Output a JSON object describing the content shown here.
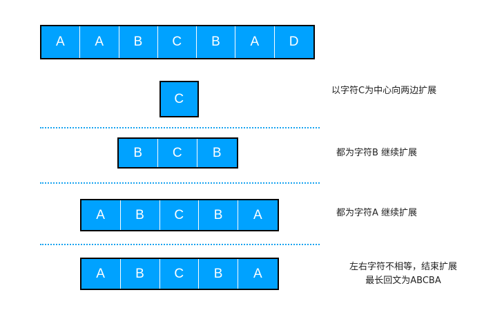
{
  "diagram": {
    "title": "",
    "colors": {
      "cell_fill": "#00a2ff",
      "cell_border": "#000000",
      "cell_text": "#ffffff",
      "divider": "#14a2f0",
      "caption_text": "#222222"
    },
    "rows": [
      {
        "id": "full-string",
        "cells": [
          "A",
          "A",
          "B",
          "C",
          "B",
          "A",
          "D"
        ],
        "caption": ""
      },
      {
        "id": "center",
        "cells": [
          "C"
        ],
        "caption": "以字符C为中心向两边扩展"
      },
      {
        "id": "expand-b",
        "cells": [
          "B",
          "C",
          "B"
        ],
        "caption": "都为字符B 继续扩展"
      },
      {
        "id": "expand-a",
        "cells": [
          "A",
          "B",
          "C",
          "B",
          "A"
        ],
        "caption": "都为字符A 继续扩展"
      },
      {
        "id": "stop",
        "cells": [
          "A",
          "B",
          "C",
          "B",
          "A"
        ],
        "caption": "左右字符不相等，结束扩展\n最长回文为ABCBA"
      }
    ]
  }
}
